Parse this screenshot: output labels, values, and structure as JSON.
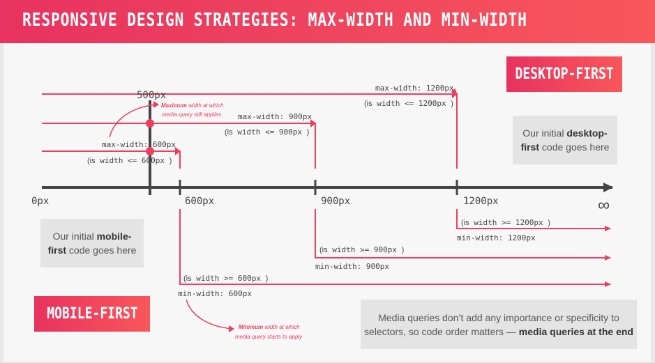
{
  "header": {
    "title": "RESPONSIVE DESIGN STRATEGIES: MAX-WIDTH AND MIN-WIDTH"
  },
  "badges": {
    "desktop_first": "DESKTOP-FIRST",
    "mobile_first": "MOBILE-FIRST"
  },
  "notes": {
    "desktop_pre": "Our initial ",
    "desktop_bold_1": "desktop-",
    "desktop_bold_2": "first",
    "desktop_post": " code goes here",
    "mobile_pre": "Our initial ",
    "mobile_bold_1": "mobile-",
    "mobile_bold_2": "first",
    "mobile_post": " code goes here",
    "queries_line1": "Media queries don’t add any importance or specificity to",
    "queries_line2_pre": "selectors, so code order matters — ",
    "queries_line2_bold": "media queries at the end"
  },
  "axis": {
    "ticks": [
      "0px",
      "600px",
      "900px",
      "1200px"
    ],
    "infinity": "∞",
    "viewport_marker": "500px"
  },
  "max_width": [
    {
      "query": "max-width: 1200px",
      "condition_pre": "(is",
      "condition": " width <= 1200px ",
      "condition_post": ")"
    },
    {
      "query": "max-width: 900px",
      "condition_pre": "(is",
      "condition": " width <= 900px ",
      "condition_post": ")"
    },
    {
      "query": "max-width: 600px",
      "condition_pre": "(is",
      "condition": " width <= 600px ",
      "condition_post": ")"
    }
  ],
  "min_width": [
    {
      "query": "min-width: 1200px",
      "condition_pre": "(is",
      "condition": " width >= 1200px ",
      "condition_post": ")"
    },
    {
      "query": "min-width: 900px",
      "condition_pre": "(is",
      "condition": " width >= 900px ",
      "condition_post": ")"
    },
    {
      "query": "min-width: 600px",
      "condition_pre": "(is",
      "condition": " width >= 600px ",
      "condition_post": ")"
    }
  ],
  "annotations": {
    "maximum_bold": "Maximum",
    "maximum_rest_1": " width at which",
    "maximum_rest_2": "media query still applies",
    "minimum_bold": "Minimum",
    "minimum_rest_1": " width at which",
    "minimum_rest_2": "media query starts to apply"
  },
  "colors": {
    "accent": "#ee3e5f",
    "axis": "#444444",
    "note_bg": "#e4e4e4"
  }
}
